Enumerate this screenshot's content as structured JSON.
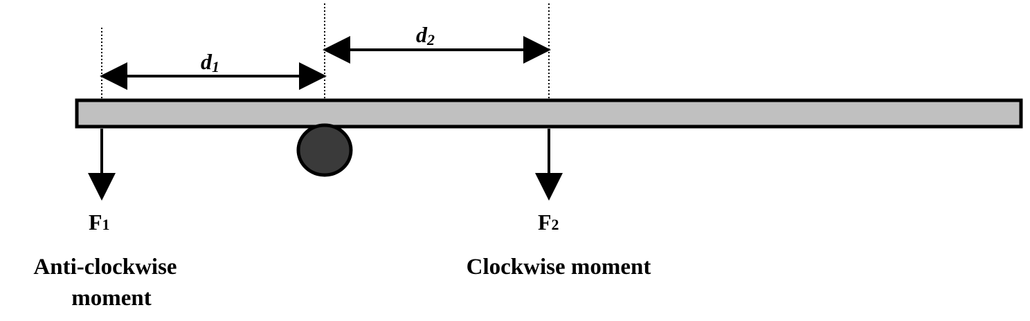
{
  "labels": {
    "d1": {
      "main": "d",
      "sub": "1"
    },
    "d2": {
      "main": "d",
      "sub": "2"
    },
    "f1": {
      "main": "F",
      "sub": "1"
    },
    "f2": {
      "main": "F",
      "sub": "2"
    },
    "anticlockwise_line1": "Anti-clockwise",
    "anticlockwise_line2": "moment",
    "clockwise": "Clockwise moment"
  },
  "colors": {
    "beam_fill": "#c0c0c0",
    "pivot_fill": "#3a3a3a",
    "stroke": "#000000"
  }
}
